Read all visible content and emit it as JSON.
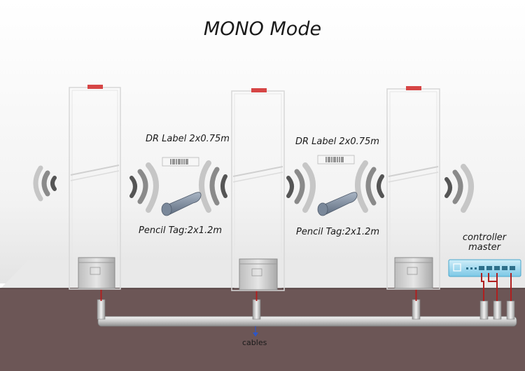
{
  "title": "MONO Mode",
  "labels": {
    "dr_label_1": "DR Label 2x0.75m",
    "dr_label_2": "DR Label 2x0.75m",
    "pencil_tag_1": "Pencil Tag:2x1.2m",
    "pencil_tag_2": "Pencil Tag:2x1.2m",
    "controller_line1": "controller",
    "controller_line2": "master",
    "cables": "cables"
  },
  "colors": {
    "ground": "#6c5656",
    "antenna_indicator": "#d64545",
    "controller": "#7cc8e6",
    "cable_wire": "#b02020",
    "arrow": "#2d56c8"
  },
  "icons": [
    "signal-wave-icon",
    "cables-arrow-icon"
  ]
}
